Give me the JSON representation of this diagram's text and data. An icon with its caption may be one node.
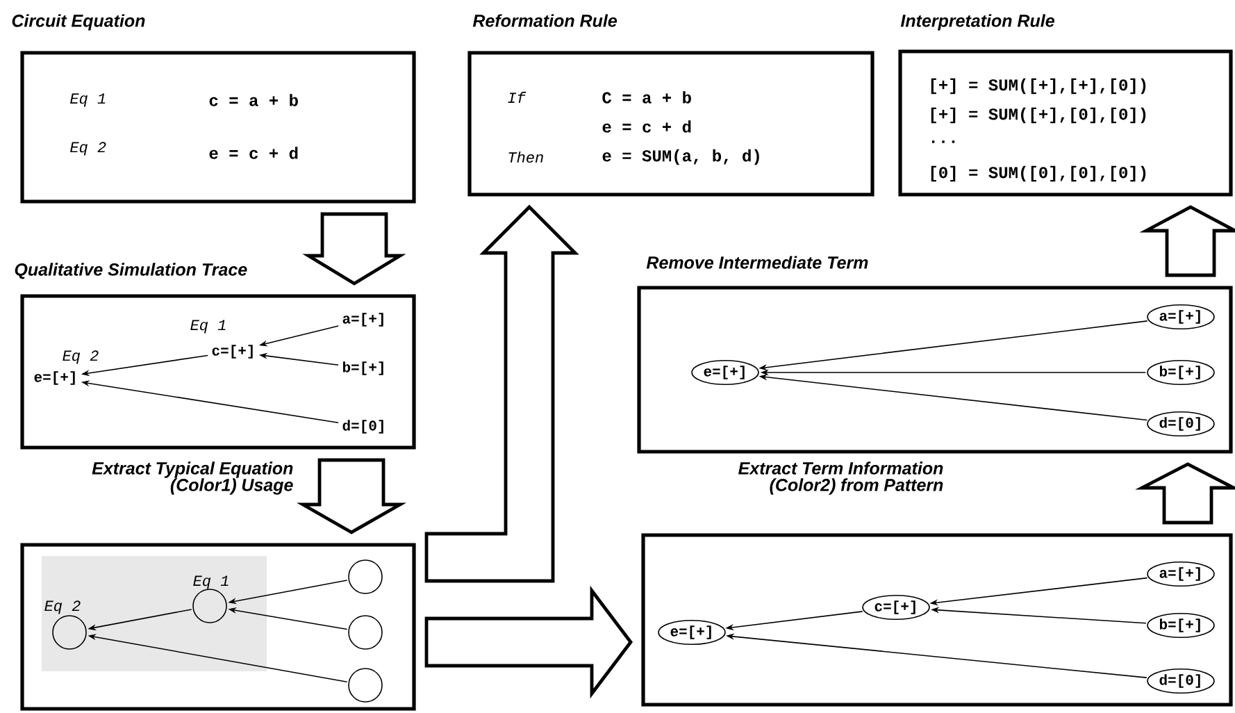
{
  "diagram": {
    "nodes": [
      {
        "text": [
          "Circuit Equation",
          "Eq 1",
          "c = a + b",
          "Eq 2",
          "e = c + d"
        ]
      },
      {
        "text": [
          "Reformation Rule",
          "If",
          "C = a + b",
          "e = c + d",
          "Then",
          "e = SUM(a, b, d)"
        ]
      },
      {
        "text": [
          "Interpretation Rule",
          "[+] = SUM([+],[+],[0])",
          "[+] = SUM([+],[0],[0])",
          "...",
          "[0] = SUM([0],[0],[0])"
        ]
      },
      {
        "text": [
          "Qualitative Simulation Trace"
        ]
      },
      {
        "text": [
          "c=[+]"
        ],
        "beside": [
          "Eq 1"
        ],
        "in": 3
      },
      {
        "text": [
          "a=[+]"
        ],
        "in": 3
      },
      {
        "text": [
          "e=[+]"
        ],
        "beside": [
          "Eq 2"
        ],
        "in": 3
      },
      {
        "text": [
          "b=[+]"
        ],
        "in": 3
      },
      {
        "text": [
          "d=[0]"
        ],
        "in": 3
      },
      {
        "text": [
          "Remove Intermediate Term"
        ]
      },
      {
        "text": [
          "a=[+]"
        ],
        "in": 9
      },
      {
        "text": [
          "e=[+]"
        ],
        "in": 9
      },
      {
        "text": [
          "b=[+]"
        ],
        "in": 9
      },
      {
        "text": [
          "d=[0]"
        ],
        "in": 9
      },
      {
        "text": [
          "Extract Typical Equation (Color1) Usage"
        ]
      },
      {
        "text": [],
        "shape": "circle",
        "beside": [
          "Eq 1"
        ],
        "in": 14
      },
      {
        "text": [],
        "shape": "circle",
        "in": 14
      },
      {
        "text": [],
        "shape": "circle",
        "beside": [
          "Eq 2"
        ],
        "in": 14
      },
      {
        "text": [],
        "shape": "circle",
        "in": 14
      },
      {
        "text": [],
        "shape": "circle",
        "in": 14
      },
      {
        "text": [
          "Extract Term Information (Color2) from Pattern"
        ]
      },
      {
        "text": [
          "a=[+]"
        ],
        "in": 20
      },
      {
        "text": [
          "c=[+]"
        ],
        "in": 20
      },
      {
        "text": [
          "b=[+]"
        ],
        "in": 20
      },
      {
        "text": [
          "e=[+]"
        ],
        "in": 20
      },
      {
        "text": [
          "d=[0]"
        ],
        "in": 20
      }
    ],
    "edges": [
      {
        "from": 0,
        "to": 3,
        "arrow": "to",
        "style": "thick"
      },
      {
        "from": 3,
        "to": 14,
        "arrow": "to",
        "style": "thick"
      },
      {
        "from": 14,
        "to": 1,
        "arrow": "to",
        "style": "thick"
      },
      {
        "from": 14,
        "to": 20,
        "arrow": "to",
        "style": "thick"
      },
      {
        "from": 20,
        "to": 9,
        "arrow": "to",
        "style": "thick"
      },
      {
        "from": 9,
        "to": 2,
        "arrow": "to",
        "style": "thick"
      },
      {
        "from": 5,
        "to": 4,
        "arrow": "to"
      },
      {
        "from": 7,
        "to": 4,
        "arrow": "to"
      },
      {
        "from": 4,
        "to": 6,
        "arrow": "to"
      },
      {
        "from": 8,
        "to": 6,
        "arrow": "to"
      },
      {
        "from": 10,
        "to": 11,
        "arrow": "to"
      },
      {
        "from": 12,
        "to": 11,
        "arrow": "to"
      },
      {
        "from": 13,
        "to": 11,
        "arrow": "to"
      },
      {
        "from": 16,
        "to": 15,
        "arrow": "to"
      },
      {
        "from": 18,
        "to": 15,
        "arrow": "to"
      },
      {
        "from": 15,
        "to": 17,
        "arrow": "to"
      },
      {
        "from": 19,
        "to": 17,
        "arrow": "to"
      },
      {
        "from": 21,
        "to": 22,
        "arrow": "to"
      },
      {
        "from": 23,
        "to": 22,
        "arrow": "to"
      },
      {
        "from": 22,
        "to": 24,
        "arrow": "to"
      },
      {
        "from": 25,
        "to": 24,
        "arrow": "to"
      }
    ]
  }
}
